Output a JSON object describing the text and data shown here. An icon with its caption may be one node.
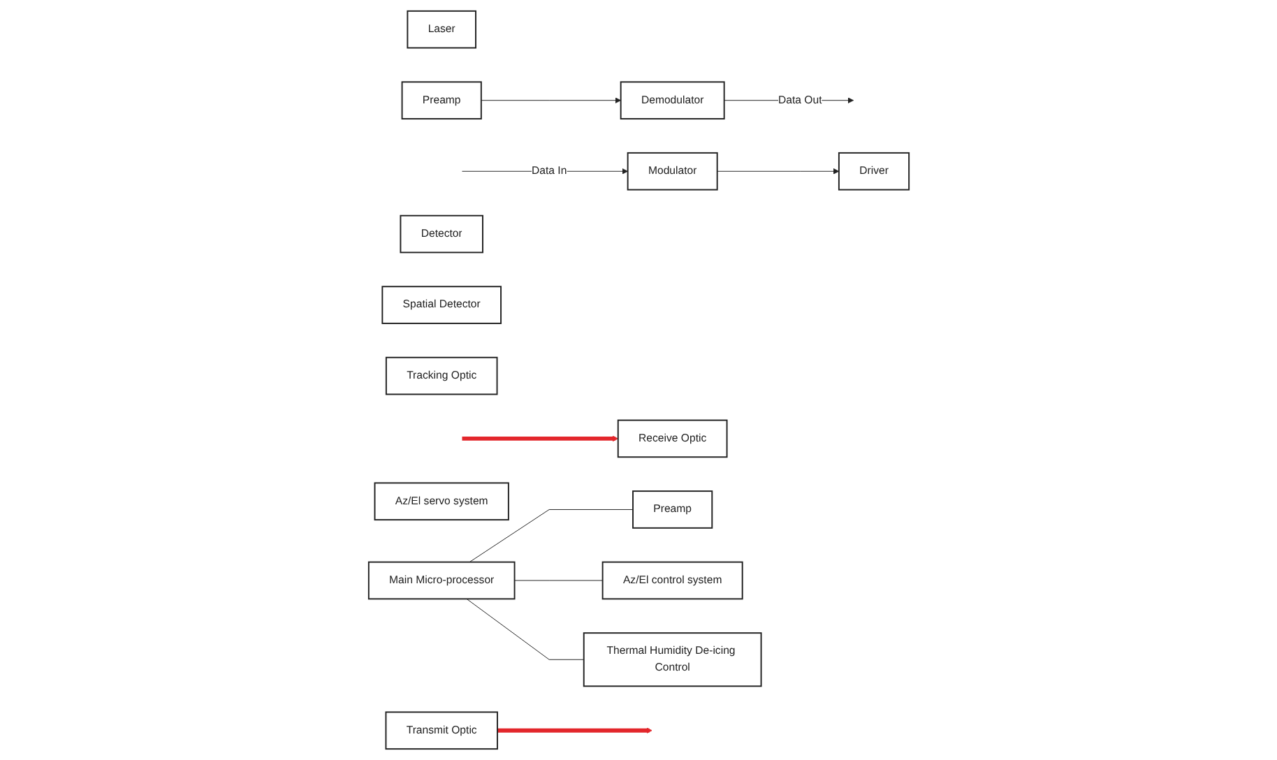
{
  "diagram": {
    "nodes": [
      {
        "text": [
          "Modulator"
        ]
      },
      {
        "text": [
          "Driver"
        ]
      },
      {
        "text": [
          "Laser"
        ]
      },
      {
        "text": [
          "Transmit Optic"
        ]
      },
      {
        "text": [
          "Demodulator"
        ]
      },
      {
        "text": [
          "Preamp"
        ]
      },
      {
        "text": [
          "Detector"
        ]
      },
      {
        "text": [
          "Receive Optic"
        ]
      },
      {
        "text": [
          "Preamp"
        ]
      },
      {
        "text": [
          "Spatial Detector"
        ]
      },
      {
        "text": [
          "Tracking Optic"
        ]
      },
      {
        "text": [
          "Main Micro-processor"
        ]
      },
      {
        "text": [
          "Az/El servo system"
        ]
      },
      {
        "text": [
          "Az/El control system"
        ]
      },
      {
        "text": [
          "Thermal Humidity De-icing Control"
        ]
      }
    ],
    "edges": [
      {
        "from": null,
        "to": 0,
        "arrow": "to",
        "label": "Data In"
      },
      {
        "from": 0,
        "to": 1,
        "arrow": "to"
      },
      {
        "from": 3,
        "to": null,
        "arrow": "to",
        "style": "thick",
        "color": "#e3262b"
      },
      {
        "from": null,
        "to": 7,
        "arrow": "to",
        "style": "thick",
        "color": "#e3262b"
      },
      {
        "from": 5,
        "to": 4,
        "arrow": "to"
      },
      {
        "from": 4,
        "to": null,
        "arrow": "to",
        "label": "Data Out"
      },
      {
        "from": 11,
        "to": 8,
        "arrow": "none"
      },
      {
        "from": 11,
        "to": 13,
        "arrow": "none"
      },
      {
        "from": 11,
        "to": 14,
        "arrow": "none"
      }
    ]
  }
}
